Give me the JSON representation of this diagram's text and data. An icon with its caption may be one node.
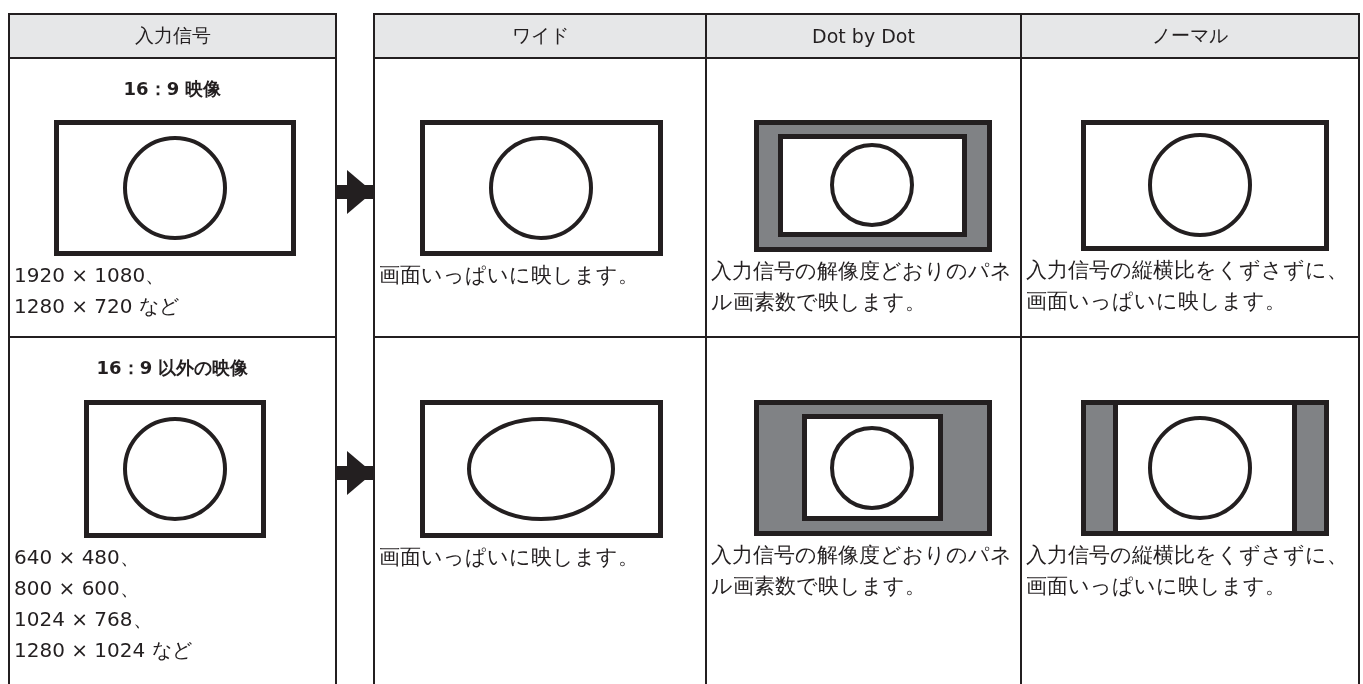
{
  "diagram": {
    "nodes": [
      {
        "text": [
          "入力信号"
        ]
      },
      {
        "text": [
          "ワイド"
        ]
      },
      {
        "text": [
          "Dot by Dot"
        ]
      },
      {
        "text": [
          "ノーマル"
        ]
      },
      {
        "text": [
          "16：9 映像",
          "1920 × 1080、1280 × 720 など"
        ]
      },
      {
        "text": [
          "画面いっぱいに映します。"
        ]
      },
      {
        "text": [
          "入力信号の解像度どおりのパネル画素数で映します。"
        ]
      },
      {
        "text": [
          "入力信号の縦横比をくずさずに、画面いっぱいに映します。"
        ]
      },
      {
        "text": [
          "16：9 以外の映像",
          "640 × 480、800 × 600、1024 × 768、1280 × 1024 など"
        ]
      },
      {
        "text": [
          "画面いっぱいに映します。"
        ]
      },
      {
        "text": [
          "入力信号の解像度どおりのパネル画素数で映します。"
        ]
      },
      {
        "text": [
          "入力信号の縦横比をくずさずに、画面いっぱいに映します。"
        ]
      }
    ],
    "edges": [
      {
        "from": 4,
        "to": 5,
        "arrow": "to"
      },
      {
        "from": 8,
        "to": 9,
        "arrow": "to"
      }
    ]
  }
}
